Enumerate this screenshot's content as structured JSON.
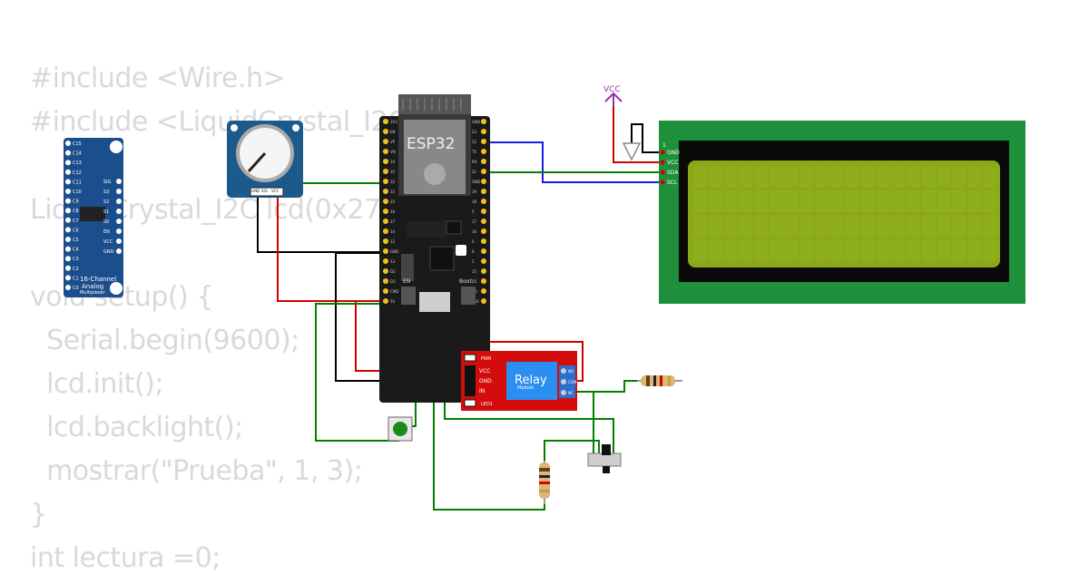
{
  "background_code": {
    "lines": [
      "#include <Wire.h>",
      "#include <LiquidCrystal_I2C.h>",
      "",
      "LiquidCrystal_I2C lcd(0x27, 20, 4);",
      "",
      "void setup() {",
      "  Serial.begin(9600);",
      "  lcd.init();",
      "  lcd.backlight();",
      "  mostrar(\"Prueba\", 1, 3);",
      "}",
      "int lectura =0;"
    ]
  },
  "multiplexer": {
    "title_line1": "16-Channel",
    "title_line2": "Analog",
    "title_line3": "Multiplexer",
    "left_pins": [
      "C15",
      "C14",
      "C13",
      "C12",
      "C11",
      "C10",
      "C9",
      "C8",
      "C7",
      "C6",
      "C5",
      "C4",
      "C3",
      "C2",
      "C1",
      "C0"
    ],
    "right_pins": [
      "SIG",
      "S3",
      "S2",
      "S1",
      "S0",
      "EN",
      "VCC",
      "GND"
    ]
  },
  "potentiometer": {
    "pins": [
      "GND",
      "SIG",
      "VCC"
    ]
  },
  "esp32": {
    "label": "ESP32",
    "en_label": "EN",
    "boot_label": "Boot",
    "left_pins": [
      "3V3",
      "EN",
      "VP",
      "VN",
      "34",
      "35",
      "32",
      "33",
      "25",
      "26",
      "27",
      "14",
      "12",
      "GND",
      "13",
      "D2",
      "D3",
      "CMD",
      "5V"
    ],
    "right_pins": [
      "GND",
      "23",
      "22",
      "TX",
      "RX",
      "21",
      "GND",
      "19",
      "18",
      "5",
      "17",
      "16",
      "4",
      "0",
      "2",
      "15",
      "D1",
      "D0",
      "CLK"
    ]
  },
  "vcc_symbol": {
    "label": "VCC"
  },
  "lcd": {
    "pin_index": "1",
    "pins": [
      "GND",
      "VCC",
      "SDA",
      "SCL"
    ]
  },
  "relay": {
    "title": "Relay",
    "subtitle": "Module",
    "pins": [
      "VCC",
      "GND",
      "IN"
    ],
    "pwr_label": "PWR",
    "led_label": "LED1",
    "contacts": [
      "NO",
      "COM",
      "NC"
    ]
  },
  "colors": {
    "wire_red": "#d40000",
    "wire_black": "#000000",
    "wire_green": "#008000",
    "wire_blue": "#1a1ae6",
    "lcd_board": "#1e8f3a",
    "lcd_screen": "#8aa818",
    "relay_board": "#d40c0c",
    "esp32_board": "#1a1a1a",
    "mux_board": "#1b4e8c",
    "pot_board": "#1d5a8c",
    "code_text": "#d9d9d9",
    "vcc_color": "#9b30b0"
  }
}
